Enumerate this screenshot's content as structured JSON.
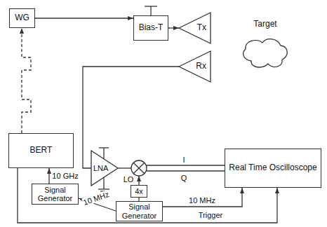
{
  "diagram": {
    "nodes": [
      {
        "text": [
          "WG"
        ]
      },
      {
        "text": [
          "Bias-T"
        ]
      },
      {
        "text": [
          "Tx"
        ]
      },
      {
        "text": [
          "Target"
        ]
      },
      {
        "text": [
          "Rx"
        ]
      },
      {
        "text": [
          "BERT"
        ]
      },
      {
        "text": [
          "LNA"
        ]
      },
      {
        "text": [
          "Real Time Oscilloscope"
        ]
      },
      {
        "text": [
          "4x"
        ]
      },
      {
        "text": [
          "Signal Generator"
        ]
      },
      {
        "text": [
          "Signal Generator"
        ]
      }
    ],
    "edges": [
      {
        "from": 0,
        "to": 1,
        "arrow": "to"
      },
      {
        "from": 1,
        "to": 2,
        "arrow": "to"
      },
      {
        "from": 5,
        "to": 0,
        "arrow": "to"
      },
      {
        "from": 4,
        "to": 6,
        "arrow": "none"
      },
      {
        "from": 9,
        "to": 5,
        "label": "10 GHz",
        "arrow": "to"
      },
      {
        "from": 10,
        "to": 9,
        "label": "10 MHz",
        "arrow": "to"
      },
      {
        "from": 10,
        "to": 7,
        "label": "10 MHz",
        "arrow": "to"
      },
      {
        "from": 10,
        "to": 8,
        "arrow": "none"
      },
      {
        "from": 5,
        "to": 7,
        "label": "Trigger",
        "arrow": "to"
      }
    ],
    "labels": [
      "I",
      "Q",
      "LO"
    ]
  }
}
